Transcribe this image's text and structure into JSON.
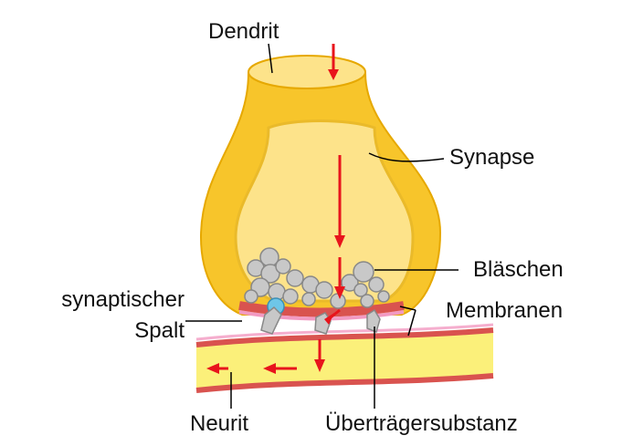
{
  "labels": {
    "dendrit": "Dendrit",
    "synapse": "Synapse",
    "blaeschen": "Bläschen",
    "membranen": "Membranen",
    "spalt_line1": "synaptischer",
    "spalt_line2": "Spalt",
    "neurit": "Neurit",
    "uebertraeger": "Überträgersubstanz"
  },
  "colors": {
    "synapse_outer": "#f7c52b",
    "synapse_inner": "#fde38a",
    "synapse_edge": "#e6a800",
    "vesicle": "#c8c8c8",
    "vesicle_edge": "#888888",
    "vesicle_blue": "#6ec6e8",
    "membrane_red": "#d9534f",
    "membrane_pink": "#f29ac2",
    "neurite_fill": "#fbf07a",
    "arrow": "#e8141c",
    "line": "#000000"
  }
}
